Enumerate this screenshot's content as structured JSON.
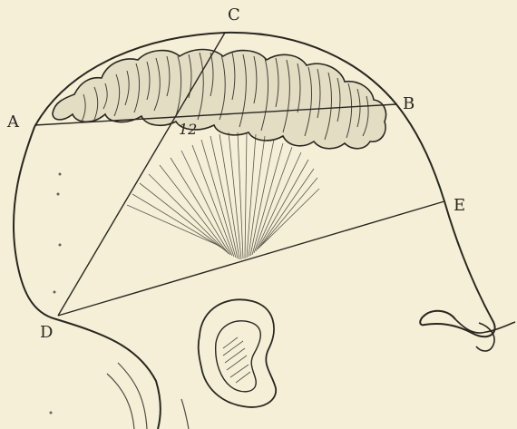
{
  "labels": {
    "a": "A",
    "b": "B",
    "c": "C",
    "d": "D",
    "e": "E",
    "angle": "12"
  },
  "colors": {
    "paper": "#f4efd6",
    "ink": "#2a2620"
  }
}
